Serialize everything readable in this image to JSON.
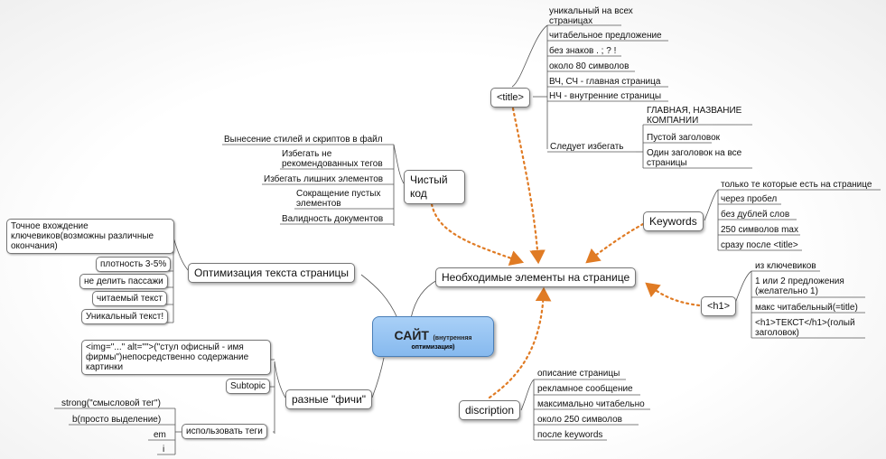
{
  "center": {
    "title": "САЙТ",
    "subtitle_a": "(внутренняя",
    "subtitle_b": "оптимизация)"
  },
  "main_nodes": {
    "required": "Необходимые элементы на странице",
    "text_opt": "Оптимизация текста страницы",
    "features": "разные \"фичи\"",
    "clean_code": "Чистый код",
    "title_tag": "<title>",
    "keywords": "Keywords",
    "h1": "<h1>",
    "description": "discription"
  },
  "title_items": [
    "уникальный на всех страницах",
    "читабельное предложение",
    "без знаков . ; ? !",
    "около 80 символов",
    "ВЧ, СЧ - главная страница",
    "НЧ - внутренние страницы"
  ],
  "avoid": {
    "label": "Следует избегать",
    "items": [
      "ГЛАВНАЯ, НАЗВАНИЕ КОМПАНИИ",
      "Пустой заголовок",
      "Один заголовок на все страницы"
    ]
  },
  "clean_code_items": [
    "Вынесение стилей и скриптов в файл",
    "Избегать не рекомендованных тегов",
    "Избегать лишних элементов",
    "Сокращение пустых элементов",
    "Валидность документов"
  ],
  "keywords_items": [
    "только те которые есть на странице",
    "через пробел",
    "без дублей слов",
    "250 символов max",
    "сразу после <title>"
  ],
  "h1_items": [
    "из ключевиков",
    "1 или 2 предложения (желательно 1)",
    "макс читабельный(=title)",
    "<h1>ТЕКСТ</h1>(голый заголовок)"
  ],
  "description_items": [
    "описание страницы",
    "рекламное сообщение",
    "максимально читабельно",
    "около 250 символов",
    "после keywords"
  ],
  "text_opt_items": [
    "Точное вхождение ключевиков(возможны различные окончания)",
    "плотность 3-5%",
    "не делить пассажи",
    "читаемый текст",
    "Уникальный текст!"
  ],
  "features_items": {
    "subtopic": "Subtopic",
    "img_note": "<img=\"...\" alt=\"\">(\"стул офисный - имя фирмы\")непосредственно содержание картинки",
    "use_tags": "использовать теги",
    "tags": [
      "strong(\"смысловой тег\")",
      "b(просто выделение)",
      "em",
      "i"
    ]
  },
  "colors": {
    "center_fill": "#97c5f3",
    "arrow": "#e07b24",
    "line": "#555555"
  }
}
